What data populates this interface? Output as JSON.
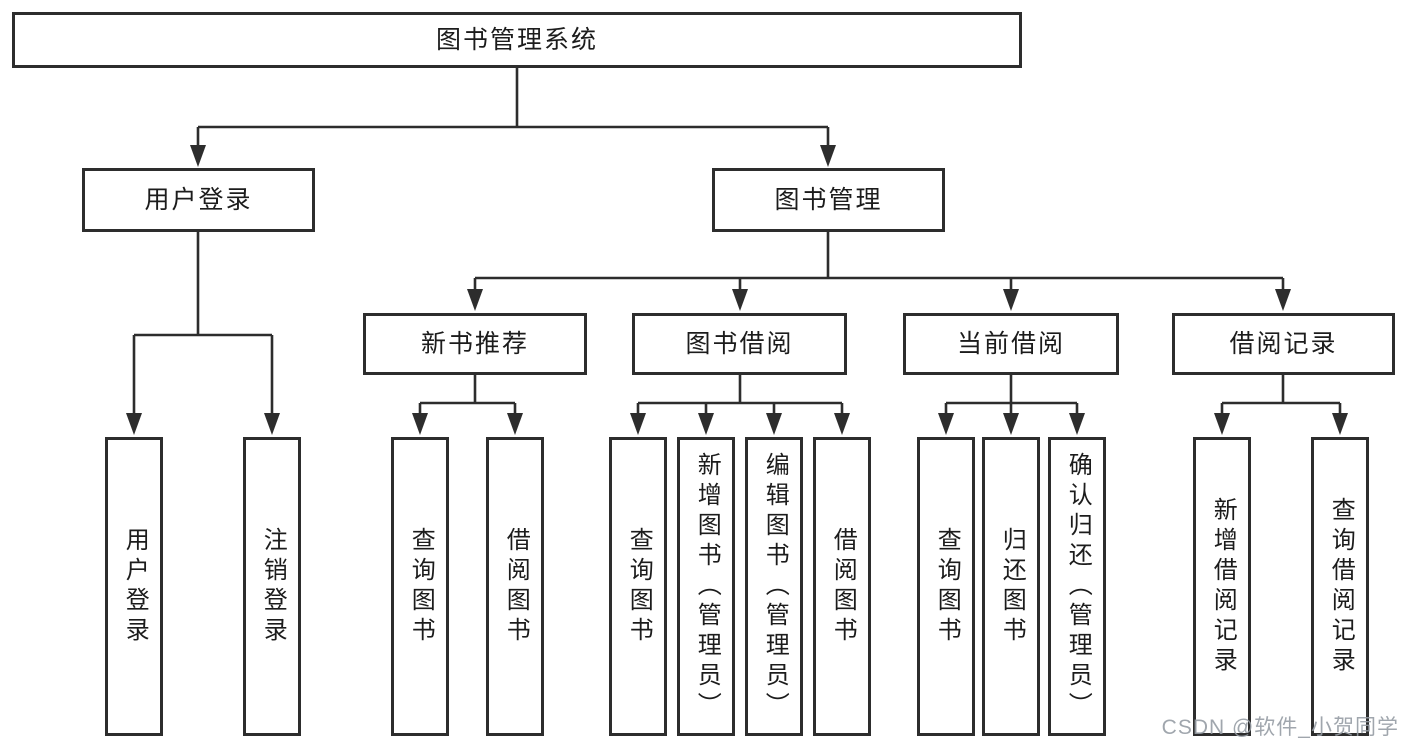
{
  "diagram": {
    "root": "图书管理系统",
    "level2": [
      "用户登录",
      "图书管理"
    ],
    "level3": [
      "新书推荐",
      "图书借阅",
      "当前借阅",
      "借阅记录"
    ],
    "leaves": {
      "user_login": [
        "用户登录",
        "注销登录"
      ],
      "new_book_recommend": [
        "查询图书",
        "借阅图书"
      ],
      "book_borrow": [
        "查询图书",
        "新增图书（管理员）",
        "编辑图书（管理员）",
        "借阅图书"
      ],
      "current_borrow": [
        "查询图书",
        "归还图书",
        "确认归还（管理员）"
      ],
      "borrow_records": [
        "新增借阅记录",
        "查询借阅记录"
      ]
    },
    "line_color": "#2d2d2d",
    "watermark": "CSDN @软件_小贺同学"
  }
}
